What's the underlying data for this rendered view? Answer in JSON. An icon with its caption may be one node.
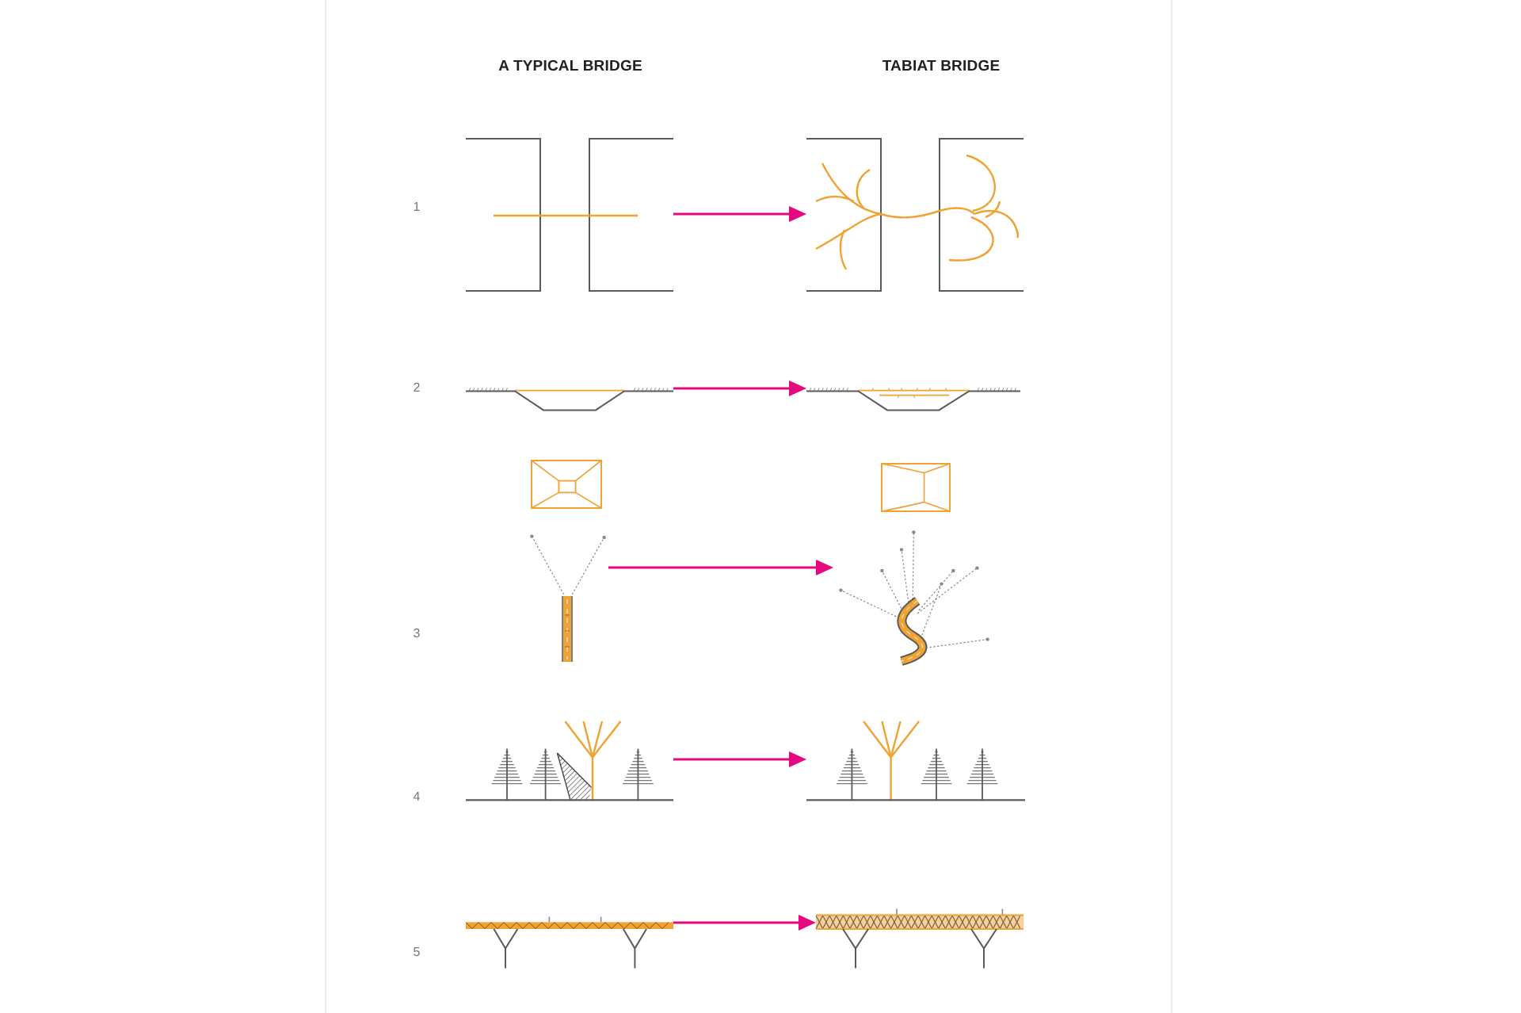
{
  "diagram": {
    "nodes": [
      {
        "text": [],
        "shape": "picture"
      },
      {
        "text": [],
        "shape": "picture"
      },
      {
        "text": [],
        "shape": "picture"
      },
      {
        "text": [],
        "shape": "picture"
      },
      {
        "text": [],
        "shape": "picture"
      },
      {
        "text": [],
        "shape": "picture"
      },
      {
        "text": [],
        "shape": "picture"
      },
      {
        "text": [],
        "shape": "picture"
      },
      {
        "text": [],
        "shape": "picture"
      },
      {
        "text": [],
        "shape": "picture"
      }
    ],
    "edges": [
      {
        "from": 0,
        "to": 1,
        "arrow": "to"
      },
      {
        "from": 2,
        "to": 3,
        "arrow": "to"
      },
      {
        "from": 4,
        "to": 5,
        "arrow": "to"
      },
      {
        "from": 6,
        "to": 7,
        "arrow": "to"
      },
      {
        "from": 8,
        "to": 9,
        "arrow": "to"
      }
    ],
    "labels": [
      "A TYPICAL BRIDGE",
      "TABIAT BRIDGE",
      "1",
      "2",
      "3",
      "4",
      "5"
    ]
  }
}
